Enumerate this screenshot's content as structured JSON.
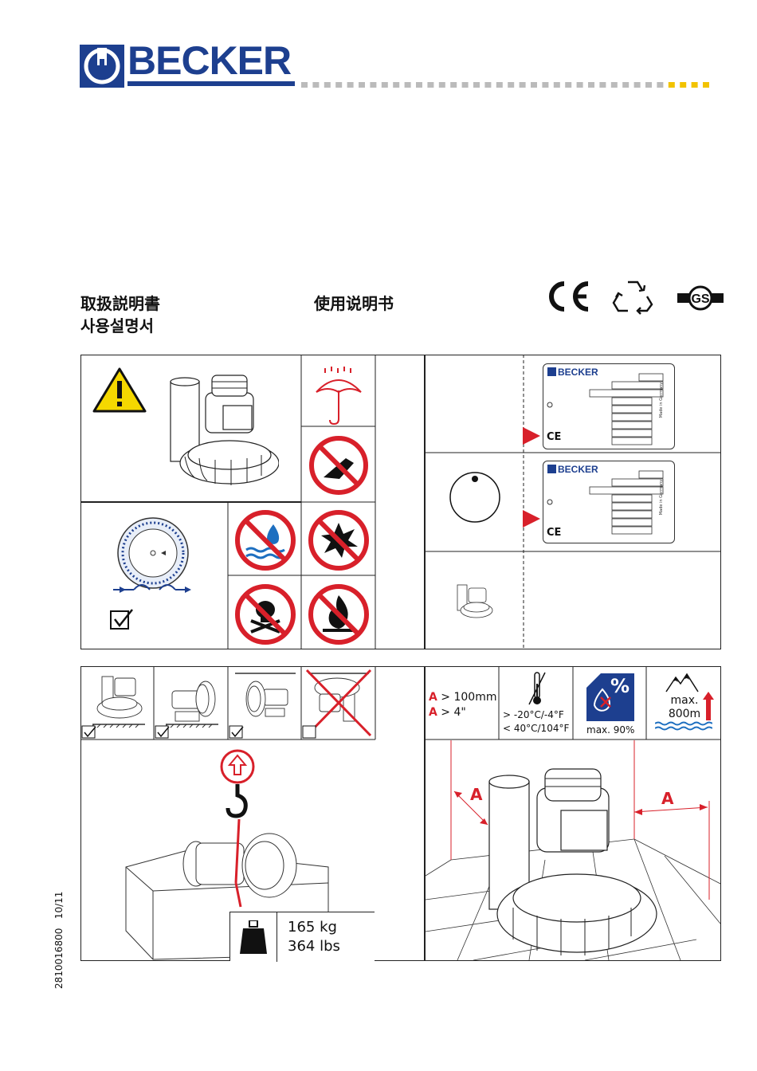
{
  "brand": {
    "name": "BECKER",
    "color": "#1d3f8f",
    "dot_gray": "#bbbbbb",
    "dot_yellow": "#f2c300"
  },
  "titles": {
    "japanese": "取扱説明書",
    "korean": "사용설명서",
    "chinese": "使用说明书"
  },
  "cert_icons": [
    "ce-mark-icon",
    "recycle-icon",
    "gs-mark-icon"
  ],
  "nameplate": {
    "brand": "BECKER",
    "made_in": "Made in Germany",
    "ce": "CE"
  },
  "specs": {
    "clearance_mm": "> 100mm",
    "clearance_in": "> 4\"",
    "clearance_label": "A",
    "temp_low": "> -20°C/-4°F",
    "temp_high": "< 40°C/104°F",
    "humidity_symbol": "%",
    "humidity_max": "max. 90%",
    "altitude_max": "max.",
    "altitude_value": "800m"
  },
  "weight": {
    "kg": "165 kg",
    "lbs": "364 lbs"
  },
  "install_label": "A",
  "doc_number": "2810016800",
  "doc_date": "10/11",
  "colors": {
    "red": "#d8202a",
    "blue": "#1d3f8f",
    "warning_yellow": "#f5d800"
  }
}
